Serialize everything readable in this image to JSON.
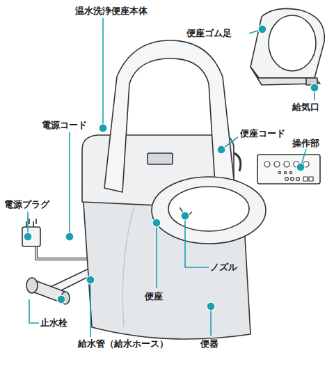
{
  "diagram": {
    "labels": [
      "温水洗浄便座本体",
      "便座ゴム足",
      "給気口",
      "電源コード",
      "便座コード",
      "操作部",
      "電源プラグ",
      "ノズル",
      "止水栓",
      "便座",
      "便器",
      "給水管（給水ホース）"
    ]
  }
}
